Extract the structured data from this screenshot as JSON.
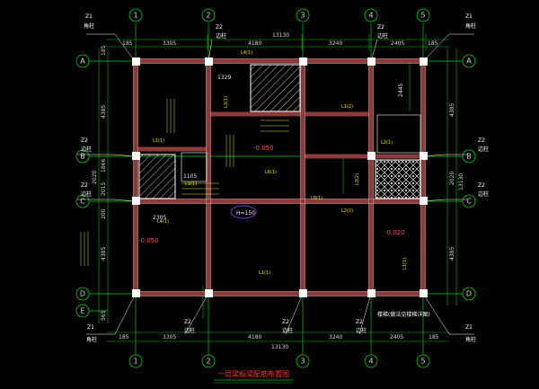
{
  "drawing": {
    "title": "一层梁板梁配筋布置图",
    "colors": {
      "background": "#000000",
      "axis": "#00d000",
      "beam": "#8c3a3a",
      "column": "#ffffff",
      "dimension": "#00c000",
      "text": "#ffffff",
      "annotation": "#e6e600",
      "highlight": "#7a3ccf",
      "elevation": "#ff4a4a"
    },
    "axes": {
      "columns": [
        "1",
        "2",
        "3",
        "4",
        "5"
      ],
      "rows": [
        "A",
        "B",
        "C",
        "D",
        "E"
      ]
    },
    "top_dims": [
      "185",
      "3305",
      "13130",
      "4180",
      "3240",
      "2405",
      "185"
    ],
    "bottom_dims": [
      "185",
      "3305",
      "4180",
      "3240",
      "2405",
      "185",
      "13130"
    ],
    "left_dims": [
      "185",
      "4385",
      "2020",
      "1866",
      "2015",
      "200",
      "4385",
      "565"
    ],
    "right_dims": [
      "4385",
      "13130",
      "2020",
      "4385"
    ],
    "column_labels": [
      {
        "name": "Z1",
        "sub": "角柱"
      },
      {
        "name": "Z2",
        "sub": "边柱"
      },
      {
        "name": "Z2",
        "sub": "边柱"
      },
      {
        "name": "Z1",
        "sub": "角柱"
      },
      {
        "name": "Z2",
        "sub": "边柱"
      },
      {
        "name": "Z2",
        "sub": "边柱"
      },
      {
        "name": "Z2",
        "sub": "边柱"
      },
      {
        "name": "Z2",
        "sub": "边柱"
      },
      {
        "name": "Z1",
        "sub": "角柱"
      },
      {
        "name": "Z2",
        "sub": "边柱"
      },
      {
        "name": "Z2",
        "sub": "边柱"
      },
      {
        "name": "Z2",
        "sub": "边柱"
      },
      {
        "name": "Z1",
        "sub": "角柱"
      }
    ],
    "elevations": [
      "-0.050",
      "-0.050",
      "-0.020"
    ],
    "beam_tags": [
      "L4(1)",
      "L3(1)",
      "L1(1)",
      "L1(2)",
      "L6(1)",
      "L2(1)",
      "L4(1)",
      "L8(1)",
      "L2(2)",
      "L1(1)",
      "L3(2)",
      "L1(1)",
      "L1(1)"
    ],
    "notes": {
      "stair": "楼梯(做法见楼梯详图)",
      "highlight": "H=150",
      "small": [
        "1329",
        "2445",
        "2305",
        "1105"
      ]
    }
  }
}
